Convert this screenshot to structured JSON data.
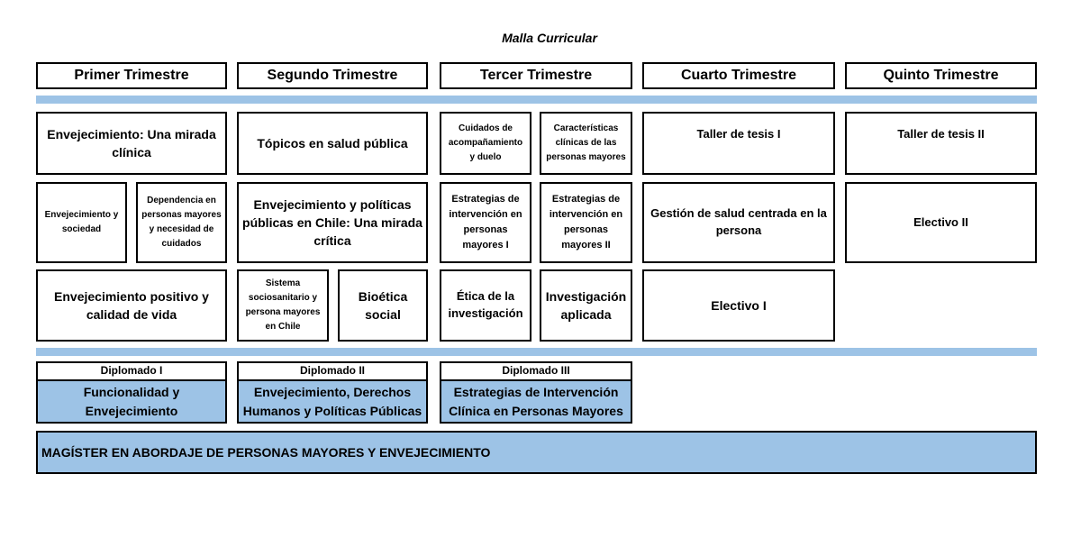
{
  "title": "Malla Curricular",
  "trimestres": [
    "Primer Trimestre",
    "Segundo Trimestre",
    "Tercer Trimestre",
    "Cuarto Trimestre",
    "Quinto Trimestre"
  ],
  "courses": {
    "c1a": "Envejecimiento: Una mirada clínica",
    "c1b": "Envejecimiento y sociedad",
    "c1c": "Dependencia en personas mayores y necesidad de cuidados",
    "c1d": "Envejecimiento positivo y calidad de vida",
    "c2a": "Tópicos en salud pública",
    "c2b": "Envejecimiento y políticas públicas en Chile: Una mirada crítica",
    "c2c": "Sistema sociosanitario y persona mayores en Chile",
    "c2d": "Bioética social",
    "c3a": "Cuidados de acompañamiento y duelo",
    "c3b": "Características clínicas de las personas mayores",
    "c3c": "Estrategias de intervención en personas mayores I",
    "c3d": "Estrategias de intervención en personas mayores II",
    "c3e": "Ética de la investigación",
    "c3f": "Investigación aplicada",
    "c4a": "Taller de tesis I",
    "c4b": "Gestión de salud centrada en la persona",
    "c4c": "Electivo I",
    "c5a": "Taller de tesis II",
    "c5b": "Electivo II"
  },
  "diplomados": [
    {
      "title": "Diplomado I",
      "name": "Funcionalidad y Envejecimiento"
    },
    {
      "title": "Diplomado II",
      "name": "Envejecimiento, Derechos Humanos y Políticas Públicas"
    },
    {
      "title": "Diplomado III",
      "name": "Estrategias de Intervención Clínica en Personas Mayores"
    }
  ],
  "magister": "MAGÍSTER EN ABORDAJE DE PERSONAS MAYORES Y ENVEJECIMIENTO",
  "colors": {
    "accent": "#9dc3e6",
    "border": "#000000"
  }
}
